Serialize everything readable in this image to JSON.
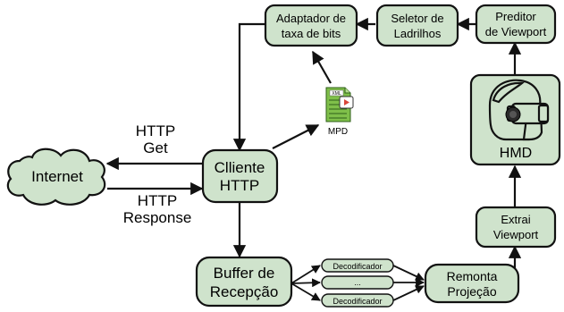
{
  "nodes": {
    "adaptador": [
      "Adaptador de",
      "taxa de bits"
    ],
    "seletor": [
      "Seletor de",
      "Ladrilhos"
    ],
    "preditor": [
      "Preditor",
      "de Viewport"
    ],
    "internet": "Internet",
    "cliente": [
      "Clliente",
      "HTTP"
    ],
    "hmd": "HMD",
    "extrai": [
      "Extrai",
      "Viewport"
    ],
    "buffer": [
      "Buffer de",
      "Recepção"
    ],
    "remonta": [
      "Remonta",
      "Projeção"
    ],
    "decoders": [
      "Decodificador",
      "...",
      "Decodificador"
    ]
  },
  "labels": {
    "http_get": [
      "HTTP",
      "Get"
    ],
    "http_response": [
      "HTTP",
      "Response"
    ],
    "mpd": "MPD",
    "xml": "XML"
  },
  "colors": {
    "node_fill": "#cfe3cc",
    "stroke": "#111111",
    "cloud_fill": "#cfe3cc",
    "doc_fill": "#7fbf4a",
    "play_fill": "#d9463a"
  },
  "icons": {
    "mpd": "xml-document-icon",
    "hmd": "vr-headset-user-icon"
  }
}
